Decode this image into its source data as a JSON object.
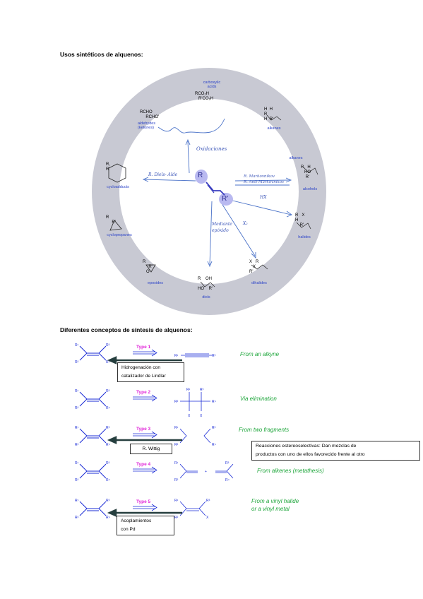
{
  "section1": {
    "heading": "Usos sintéticos de alquenos:",
    "center": {
      "r_top": "R",
      "r_bottom": "R'"
    },
    "nodes": [
      {
        "formula": "RCO₂H\n   R'CO₂H",
        "label": "carboxylic\nacids"
      },
      {
        "formula": "RCHO\n     RCHO'",
        "label": "aldehydes\n(ketones)"
      },
      {
        "formula": "H  H\nR\nH  R'",
        "label": "alkanes"
      },
      {
        "formula": "",
        "label": "alkanes"
      },
      {
        "formula": "R   H\n   HO\n    R'",
        "label": "alcohols"
      },
      {
        "formula": "R   X\nH\n    R'",
        "label": "halides"
      },
      {
        "formula": "X   R\n   X\nR'",
        "label": "dihalides"
      },
      {
        "formula": "R    OH\n\nHO    R'",
        "label": "diols"
      },
      {
        "formula": "R\n     R'\n   O",
        "label": "epoxides"
      },
      {
        "formula": "R\n     R'",
        "label": "cyclopropanes"
      },
      {
        "formula": "R,\nR'",
        "label": "cycloadducts"
      }
    ],
    "notes": {
      "oxidaciones": "Oxidaciones",
      "diels_alder": "R. Diels- Alde",
      "markovnikov": "R. Markovnikov",
      "antimarkovnikov": "R. Anti-Markovnikov",
      "hx": "HX",
      "x2": "X₂",
      "epoxido": "Mediante\nepóxido"
    }
  },
  "section2": {
    "heading": "Diferentes conceptos de síntesis de alquenos:",
    "rows": [
      {
        "type": "Type 1",
        "description": "From an alkyne",
        "box": "Hidrogenación con\ncatalizador de Lindlar"
      },
      {
        "type": "Type 2",
        "description": "Via elimination"
      },
      {
        "type": "Type 3",
        "description": "From two fragments",
        "box": "R. Wittig"
      },
      {
        "type": "Type 4",
        "description": "From alkenes (metathesis)"
      },
      {
        "type": "Type 5",
        "description": "From a vinyl halide\nor a vinyl metal",
        "box": "Acoplamientos\ncon Pd"
      }
    ],
    "note_box": "Reacciones estereoselectivas: Dan mezclas de\nproductos con uno de ellos favorecido frente al otro",
    "colors": {
      "type": "#e022d8",
      "description": "#1fa63c",
      "structure": "#1a2bd6"
    }
  }
}
